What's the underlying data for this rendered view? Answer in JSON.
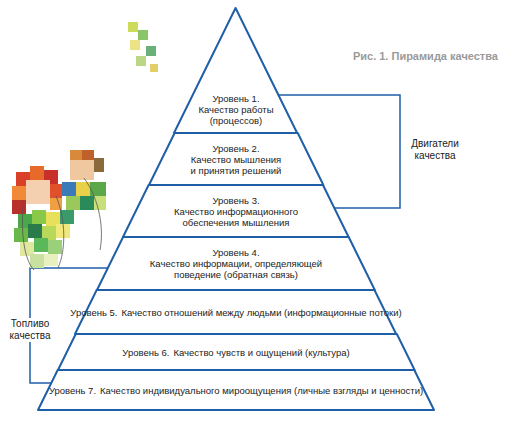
{
  "diagram": {
    "title": "Рис. 1. Пирамида качества",
    "nodes": [
      {
        "text": [
          "Уровень 1.",
          "Качество работы (процессов)"
        ]
      },
      {
        "text": [
          "Уровень 2.",
          "Качество мышления и принятия решений"
        ]
      },
      {
        "text": [
          "Уровень 3.",
          "Качество информационного обеспечения мышления"
        ]
      },
      {
        "text": [
          "Уровень 4.",
          "Качество информации, определяющей поведение (обратная связь)"
        ]
      },
      {
        "text": [
          "Уровень 5.",
          "Качество отношений между людьми (информационные потоки)"
        ]
      },
      {
        "text": [
          "Уровень 6.",
          "Качество чувств и ощущений (культура)"
        ]
      },
      {
        "text": [
          "Уровень 7.",
          "Качество индивидуального мироощущения (личные взгляды и ценности)"
        ]
      }
    ],
    "labels": [
      "Двигатели качества",
      "Топливо качества"
    ]
  }
}
